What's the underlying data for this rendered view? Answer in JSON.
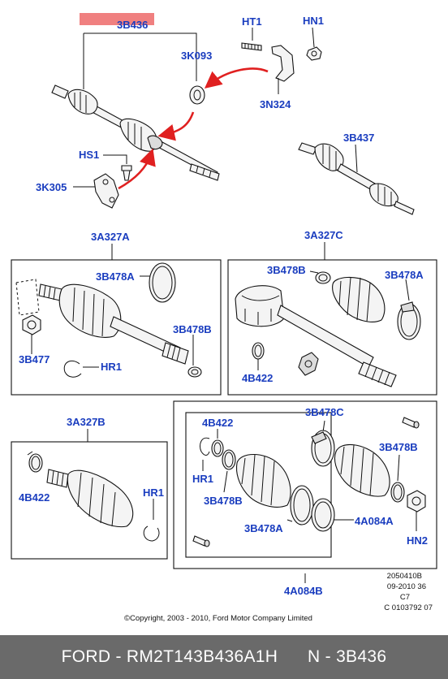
{
  "colors": {
    "label": "#1a3dbf",
    "arrow": "#e02020",
    "highlight": "#f08080",
    "footer_bg": "#6a6a6a",
    "footer_text": "#ffffff"
  },
  "labels": {
    "main_shaft": "3B436",
    "ht1": "HT1",
    "hn1": "HN1",
    "k093": "3K093",
    "n324": "3N324",
    "hs1": "HS1",
    "k305": "3K305",
    "b437_top": "3B437",
    "a327a": "3A327A",
    "a327c": "3A327C",
    "b478a_left": "3B478A",
    "b478b_left": "3B478B",
    "b477": "3B477",
    "hr1_left": "HR1",
    "b478b_c": "3B478B",
    "b478a_c": "3B478A",
    "b422_c": "4B422",
    "a327b": "3A327B",
    "b422_b": "4B422",
    "hr1_b": "HR1",
    "b422_kit": "4B422",
    "hr1_kit": "HR1",
    "b478b_kit": "3B478B",
    "b478a_kit": "3B478A",
    "b478c_kit": "3B478C",
    "b478b_kit_r": "3B478B",
    "a084a": "4A084A",
    "hn2": "HN2",
    "a084b": "4A084B"
  },
  "notes": {
    "line1": "2050410B",
    "line2": "09-2010 36",
    "line3": "C7",
    "line4": "C 0103792 07"
  },
  "copyright": "©Copyright, 2003 - 2010, Ford Motor Company Limited",
  "footer": {
    "part_text": "FORD - RM2T143B436A1H",
    "ref_text": "N - 3B436"
  }
}
